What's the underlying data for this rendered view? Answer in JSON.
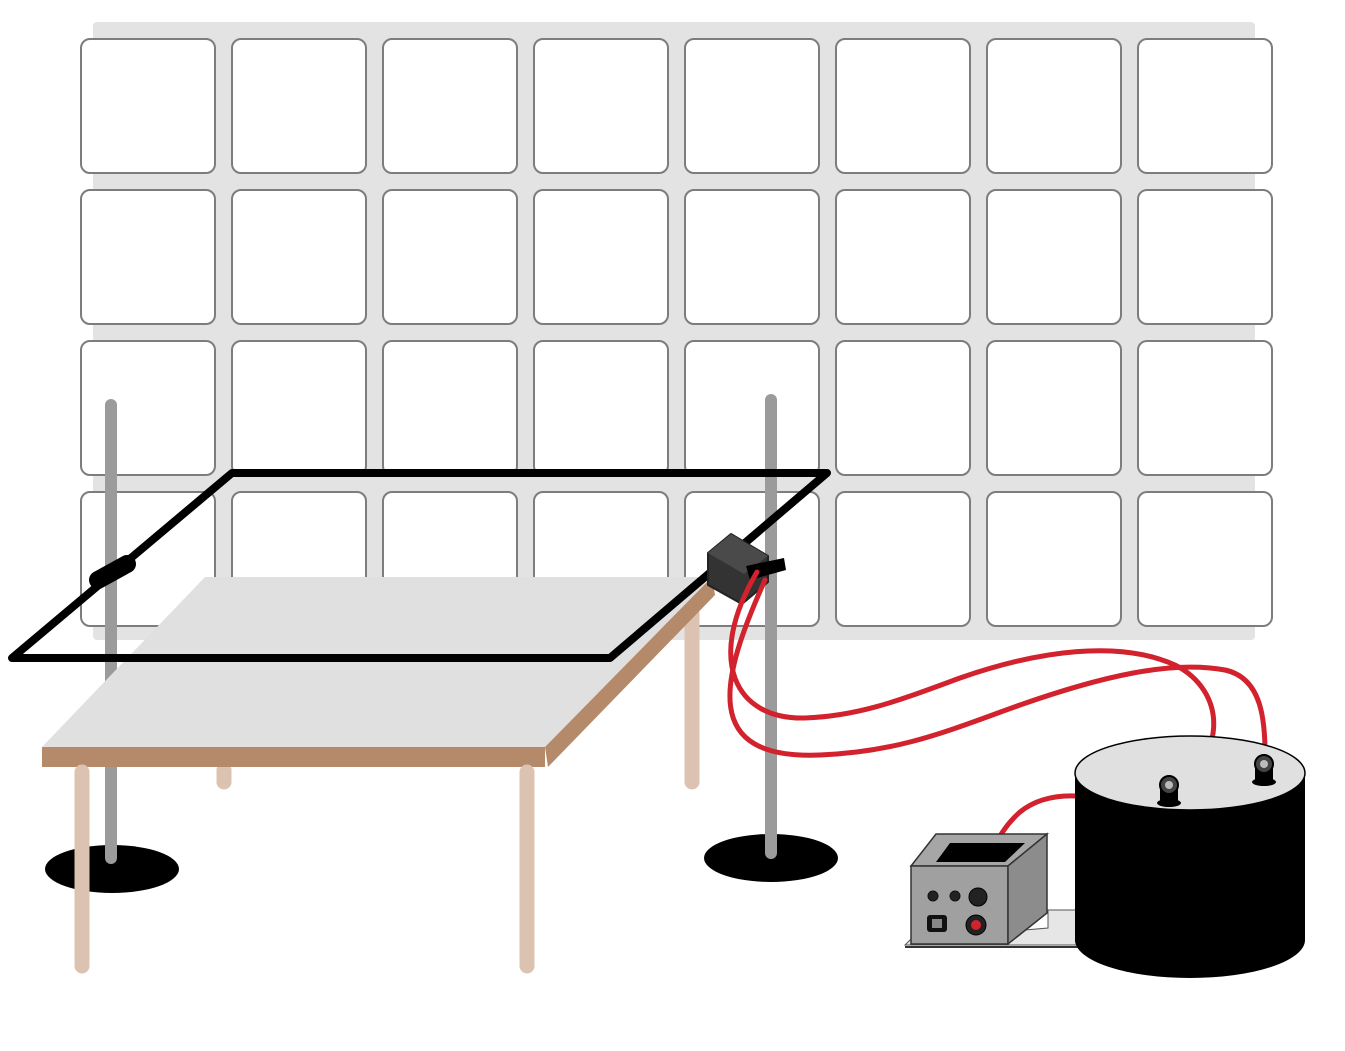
{
  "colors": {
    "background": "#ffffff",
    "wall_panel": "#e3e3e3",
    "tile_fill": "#ffffff",
    "tile_stroke": "#7d7d7d",
    "rod": "#9b9b9b",
    "stand_base": "#000000",
    "table_top": "#e0e0e0",
    "table_edge": "#b58a6b",
    "table_leg": "#dcc3b1",
    "wire_loop": "#000000",
    "sensor_block": "#3a3a3a",
    "cable": "#d2222d",
    "power_box": "#a0a0a0",
    "tank": "#000000",
    "tank_lid": "#e0e0e0"
  },
  "wall": {
    "rows": 4,
    "columns": 8
  },
  "components": [
    {
      "name": "tile-wall",
      "icon": "tile-grid"
    },
    {
      "name": "wire-loop",
      "icon": "square-loop"
    },
    {
      "name": "left-stand",
      "icon": "rod-with-base"
    },
    {
      "name": "right-stand",
      "icon": "rod-with-base"
    },
    {
      "name": "table",
      "icon": "table"
    },
    {
      "name": "sensor-clamp",
      "icon": "clamp-block"
    },
    {
      "name": "power-supply",
      "icon": "control-box"
    },
    {
      "name": "cylindrical-tank",
      "icon": "cylinder"
    }
  ]
}
